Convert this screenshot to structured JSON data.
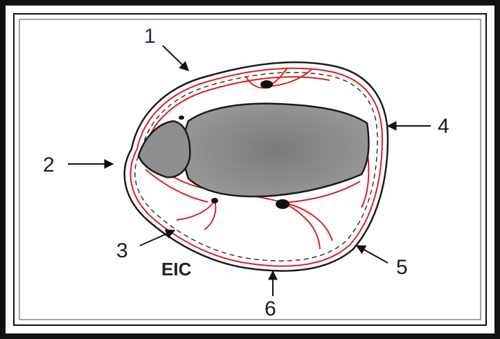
{
  "figure": {
    "labels": [
      "1",
      "2",
      "3",
      "4",
      "5",
      "6"
    ],
    "corner_label": "EIC"
  },
  "colors": {
    "frame": "#111111",
    "outline": "#1a1a1a",
    "nerve": "#e01e1e",
    "muscle_fill": "#8c8c8c",
    "label_blue": "#1b2a6b"
  }
}
